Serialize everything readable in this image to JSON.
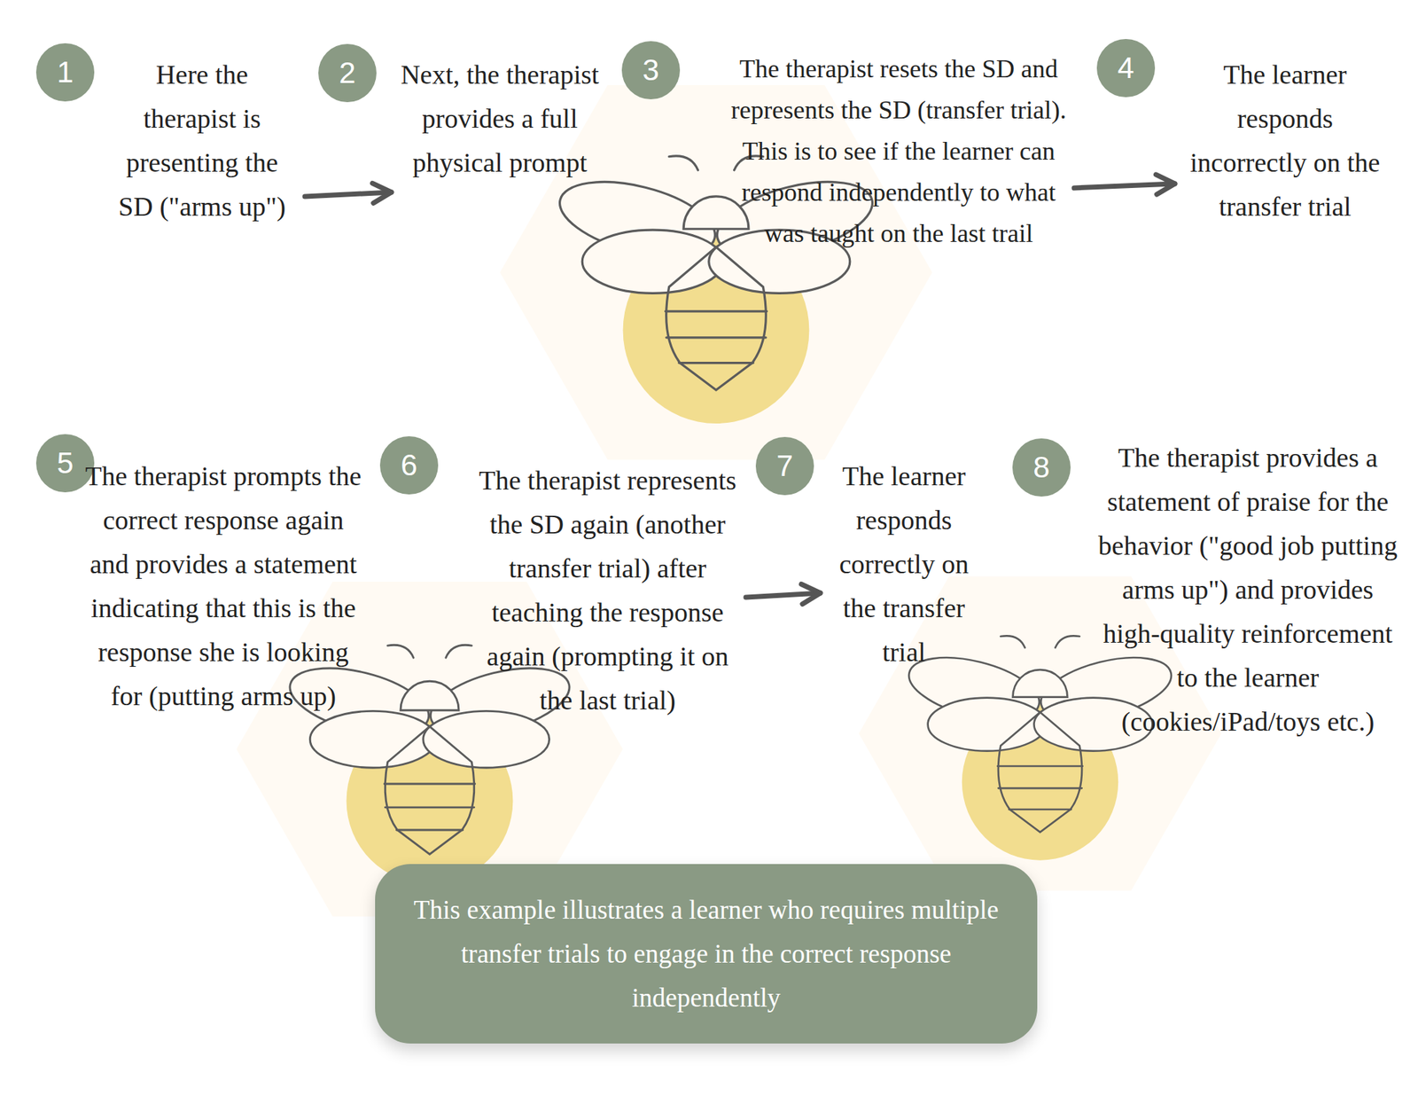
{
  "diagram": {
    "nodes": [
      {
        "text": [
          "1",
          "Here the therapist is presenting the SD (\"arms up\")"
        ]
      },
      {
        "text": [
          "2",
          "Next, the therapist provides a full physical prompt"
        ]
      },
      {
        "text": [
          "3",
          "The therapist resets the SD and represents the SD (transfer trial). This is to see if the learner can respond independently to what was taught on the last trail"
        ]
      },
      {
        "text": [
          "4",
          "The learner responds incorrectly on the transfer trial"
        ]
      },
      {
        "text": [
          "5",
          "The therapist prompts the correct response again and provides a statement indicating that this is the response she is looking for (putting arms up)"
        ]
      },
      {
        "text": [
          "6",
          "The therapist represents the SD again (another transfer trial) after teaching the response again (prompting it on the last trial)"
        ]
      },
      {
        "text": [
          "7",
          "The learner responds correctly on the transfer trial"
        ]
      },
      {
        "text": [
          "8",
          "The therapist provides a statement of praise for the behavior (\"good job putting arms up\") and provides high-quality reinforcement to the learner (cookies/iPad/toys etc.)"
        ]
      },
      {
        "text": [
          "This example illustrates a learner who requires multiple transfer trials to engage in the correct response independently"
        ]
      }
    ],
    "edges": [
      {
        "from": 0,
        "to": 1,
        "arrow": "to"
      },
      {
        "from": 2,
        "to": 3,
        "arrow": "to"
      },
      {
        "from": 5,
        "to": 6,
        "arrow": "to"
      }
    ]
  }
}
